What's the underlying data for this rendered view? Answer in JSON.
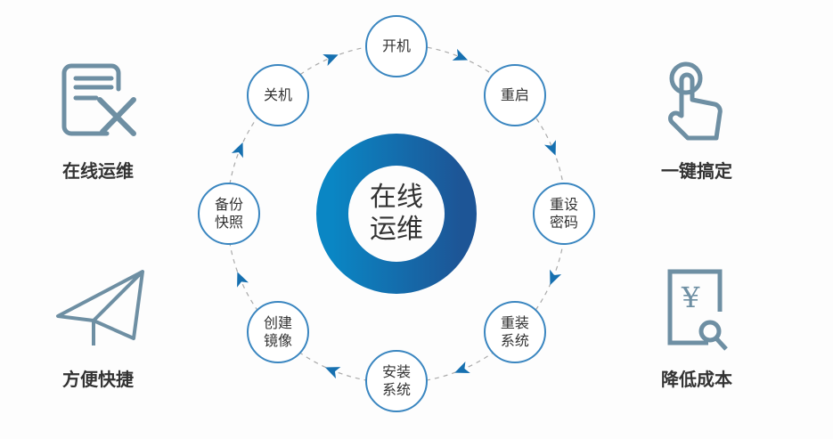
{
  "center": {
    "label": "在线\n运维"
  },
  "nodes": [
    "开机",
    "重启",
    "重设\n密码",
    "重装\n系统",
    "安装\n系统",
    "创建\n镜像",
    "备份\n快照",
    "关机"
  ],
  "features": [
    {
      "label": "在线运维",
      "icon": "document-tools-icon"
    },
    {
      "label": "一键搞定",
      "icon": "hand-pointer-icon"
    },
    {
      "label": "方便快捷",
      "icon": "paper-plane-icon"
    },
    {
      "label": "降低成本",
      "icon": "yen-document-icon"
    }
  ],
  "colors": {
    "ring_start": "#0a86c4",
    "ring_end": "#1d5596",
    "node_border": "#3a86c0",
    "icon": "#6e8fa3",
    "arrow": "#1670b0"
  }
}
